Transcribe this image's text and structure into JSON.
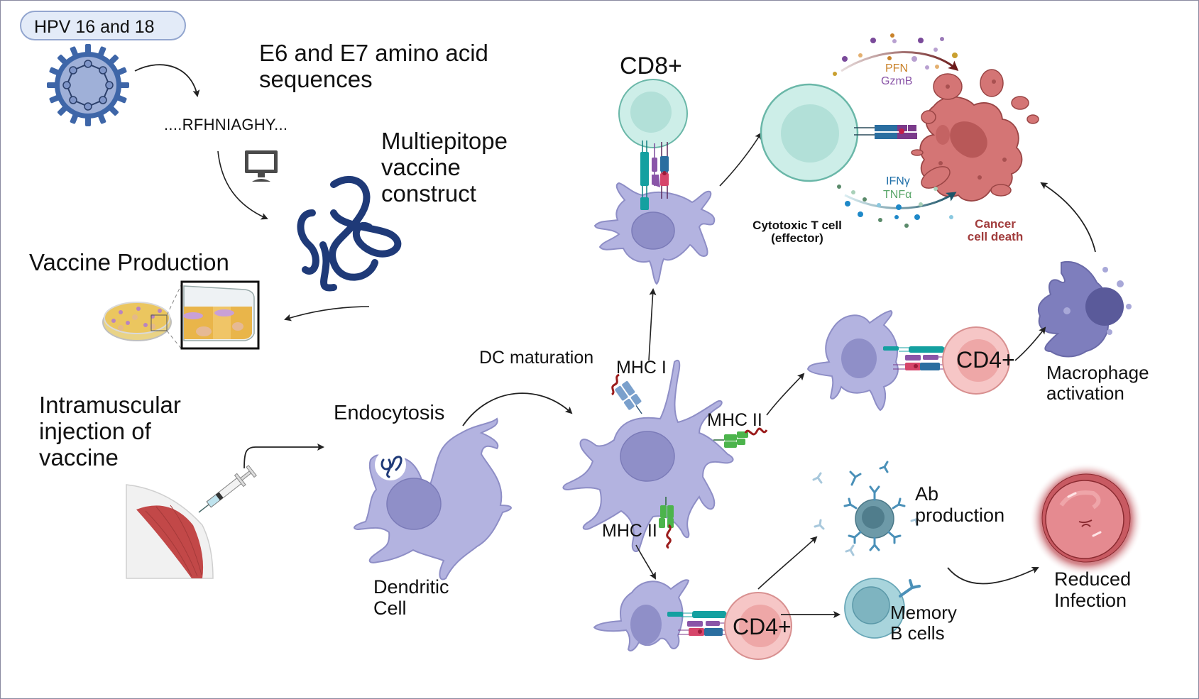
{
  "diagram": {
    "title_badge": "HPV 16 and 18",
    "labels": {
      "e6_e7": [
        "E6 and E7 amino acid",
        "sequences"
      ],
      "sequence": "....RFHNIAGHY...",
      "multiepitope": [
        "Multiepitope",
        "vaccine",
        "construct"
      ],
      "vaccine_production": "Vaccine Production",
      "injection": [
        "Intramuscular",
        "injection of",
        "vaccine"
      ],
      "endocytosis": "Endocytosis",
      "dendritic_cell": [
        "Dendritic",
        "Cell"
      ],
      "dc_maturation": "DC maturation",
      "mhc_i": "MHC I",
      "mhc_ii_right": "MHC II",
      "mhc_ii_bottom": "MHC II",
      "cd8": "CD8+",
      "cd4_top": "CD4+",
      "cd4_bottom": "CD4+",
      "ctl": [
        "Cytotoxic T cell",
        "(effector)"
      ],
      "cancer_death": [
        "Cancer",
        "cell death"
      ],
      "pfn": "PFN",
      "gzmb": "GzmB",
      "ifng": "IFNγ",
      "tnfa": "TNFα",
      "macrophage": [
        "Macrophage",
        "activation"
      ],
      "ab_production": [
        "Ab",
        "production"
      ],
      "memory_b": [
        "Memory",
        "B cells"
      ],
      "reduced_infection": [
        "Reduced",
        "Infection"
      ]
    },
    "icons": {
      "virus": "hpv-virus-icon",
      "computer": "computer-monitor-icon",
      "protein": "protein-construct-icon",
      "petri": "petri-dish-icon",
      "syringe": "syringe-icon",
      "shoulder": "deltoid-muscle-icon",
      "dendritic": "dendritic-cell-icon",
      "t_cell": "t-cell-icon",
      "cancer": "cancer-cell-icon",
      "macrophage": "macrophage-icon",
      "b_cell": "b-cell-icon",
      "cervix": "cervix-icon"
    },
    "colors": {
      "dc_fill": "#b3b3e0",
      "dc_nucleus": "#8f8fc8",
      "tcell_fill": "#cdeee8",
      "cd4_fill": "#f6c6c6",
      "cancer_fill": "#d47575",
      "protein": "#1f3a78",
      "pfn": "#c9822a",
      "gzmb": "#8a55a8",
      "ifng": "#1f6fa8",
      "tnfa": "#5aa66a",
      "cancer_text": "#a13c3c"
    }
  }
}
